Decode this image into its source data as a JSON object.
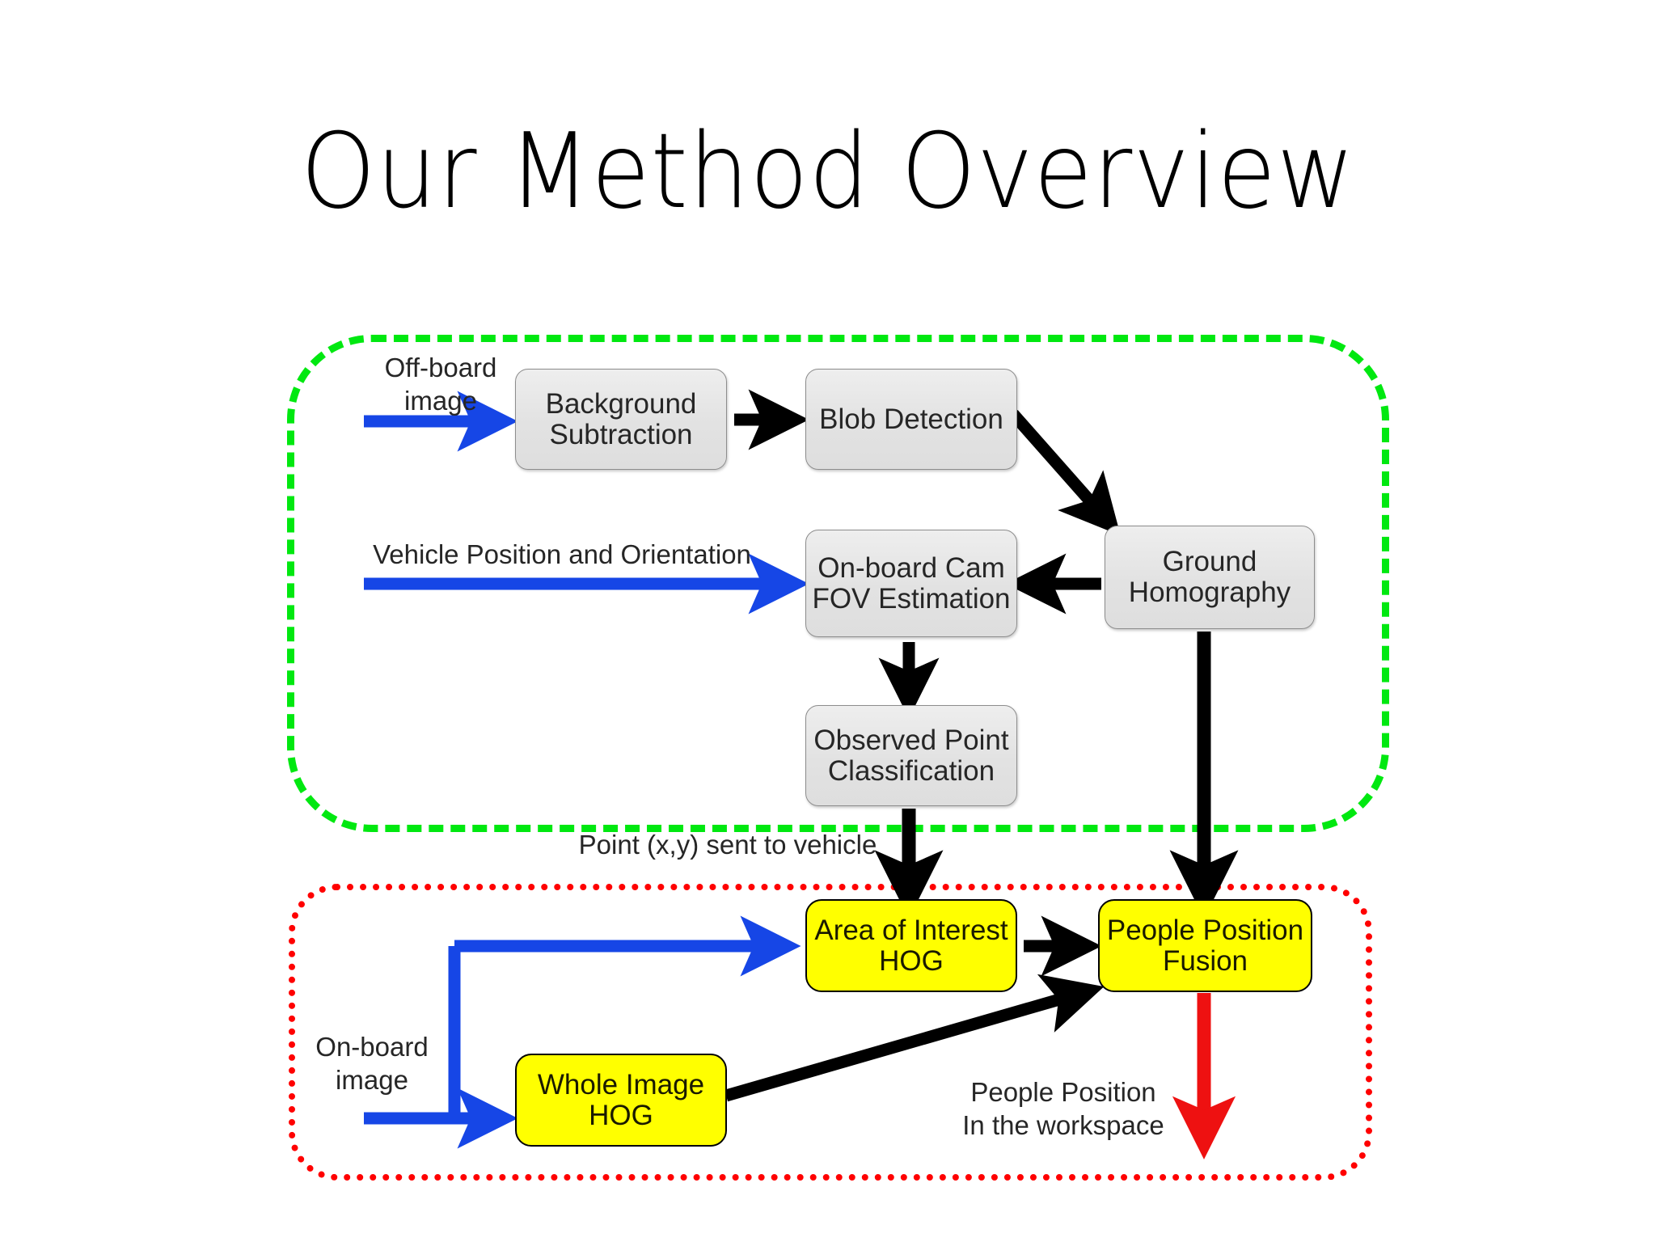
{
  "page": {
    "title": "Our Method Overview",
    "background": "#ffffff"
  },
  "colors": {
    "offboard_group_border": "#00e810",
    "onboard_group_border": "#ff0000",
    "input_arrow": "#1646e6",
    "flow_arrow": "#000000",
    "output_arrow": "#ee1111",
    "gray_node_fill": "#e2e2e2",
    "yellow_node_fill": "#ffff00",
    "text": "#262626"
  },
  "groups": {
    "offboard": {
      "name": "off-board-processing-group",
      "border_style": "dashed",
      "border_color": "#00e810"
    },
    "onboard": {
      "name": "on-board-processing-group",
      "border_style": "dotted",
      "border_color": "#ff0000"
    }
  },
  "nodes": {
    "background_subtraction": {
      "label": "Background\nSubtraction",
      "fill": "gray"
    },
    "blob_detection": {
      "label": "Blob\nDetection",
      "fill": "gray"
    },
    "ground_homography": {
      "label": "Ground\nHomography",
      "fill": "gray"
    },
    "cam_fov_estimation": {
      "label": "On-board\nCam FOV\nEstimation",
      "fill": "gray"
    },
    "observed_point_classification": {
      "label": "Observed Point\nClassification",
      "fill": "gray"
    },
    "area_of_interest_hog": {
      "label": "Area of Interest\nHOG",
      "fill": "yellow"
    },
    "people_position_fusion": {
      "label": "People Position\nFusion",
      "fill": "yellow"
    },
    "whole_image_hog": {
      "label": "Whole Image\nHOG",
      "fill": "yellow"
    }
  },
  "labels": {
    "offboard_image": "Off-board\nimage",
    "vehicle_position": "Vehicle Position and Orientation",
    "point_sent": "Point (x,y) sent to vehicle",
    "onboard_image": "On-board\nimage",
    "people_position_workspace": "People Position\nIn the workspace"
  },
  "edges": [
    {
      "name": "offboard-image-to-background-subtraction",
      "color": "#1646e6",
      "kind": "input"
    },
    {
      "name": "background-subtraction-to-blob-detection",
      "color": "#000000",
      "kind": "flow"
    },
    {
      "name": "blob-detection-to-ground-homography",
      "color": "#000000",
      "kind": "flow"
    },
    {
      "name": "ground-homography-to-cam-fov",
      "color": "#000000",
      "kind": "flow"
    },
    {
      "name": "vehicle-position-to-cam-fov",
      "color": "#1646e6",
      "kind": "input"
    },
    {
      "name": "cam-fov-to-observed-point",
      "color": "#000000",
      "kind": "flow"
    },
    {
      "name": "observed-point-to-area-of-interest",
      "color": "#000000",
      "kind": "flow"
    },
    {
      "name": "ground-homography-to-people-position-fusion",
      "color": "#000000",
      "kind": "flow"
    },
    {
      "name": "onboard-image-to-area-of-interest",
      "color": "#1646e6",
      "kind": "input"
    },
    {
      "name": "onboard-image-to-whole-image-hog",
      "color": "#1646e6",
      "kind": "input"
    },
    {
      "name": "area-of-interest-to-fusion",
      "color": "#000000",
      "kind": "flow"
    },
    {
      "name": "whole-image-hog-to-fusion",
      "color": "#000000",
      "kind": "flow"
    },
    {
      "name": "fusion-to-output",
      "color": "#ee1111",
      "kind": "output"
    }
  ]
}
